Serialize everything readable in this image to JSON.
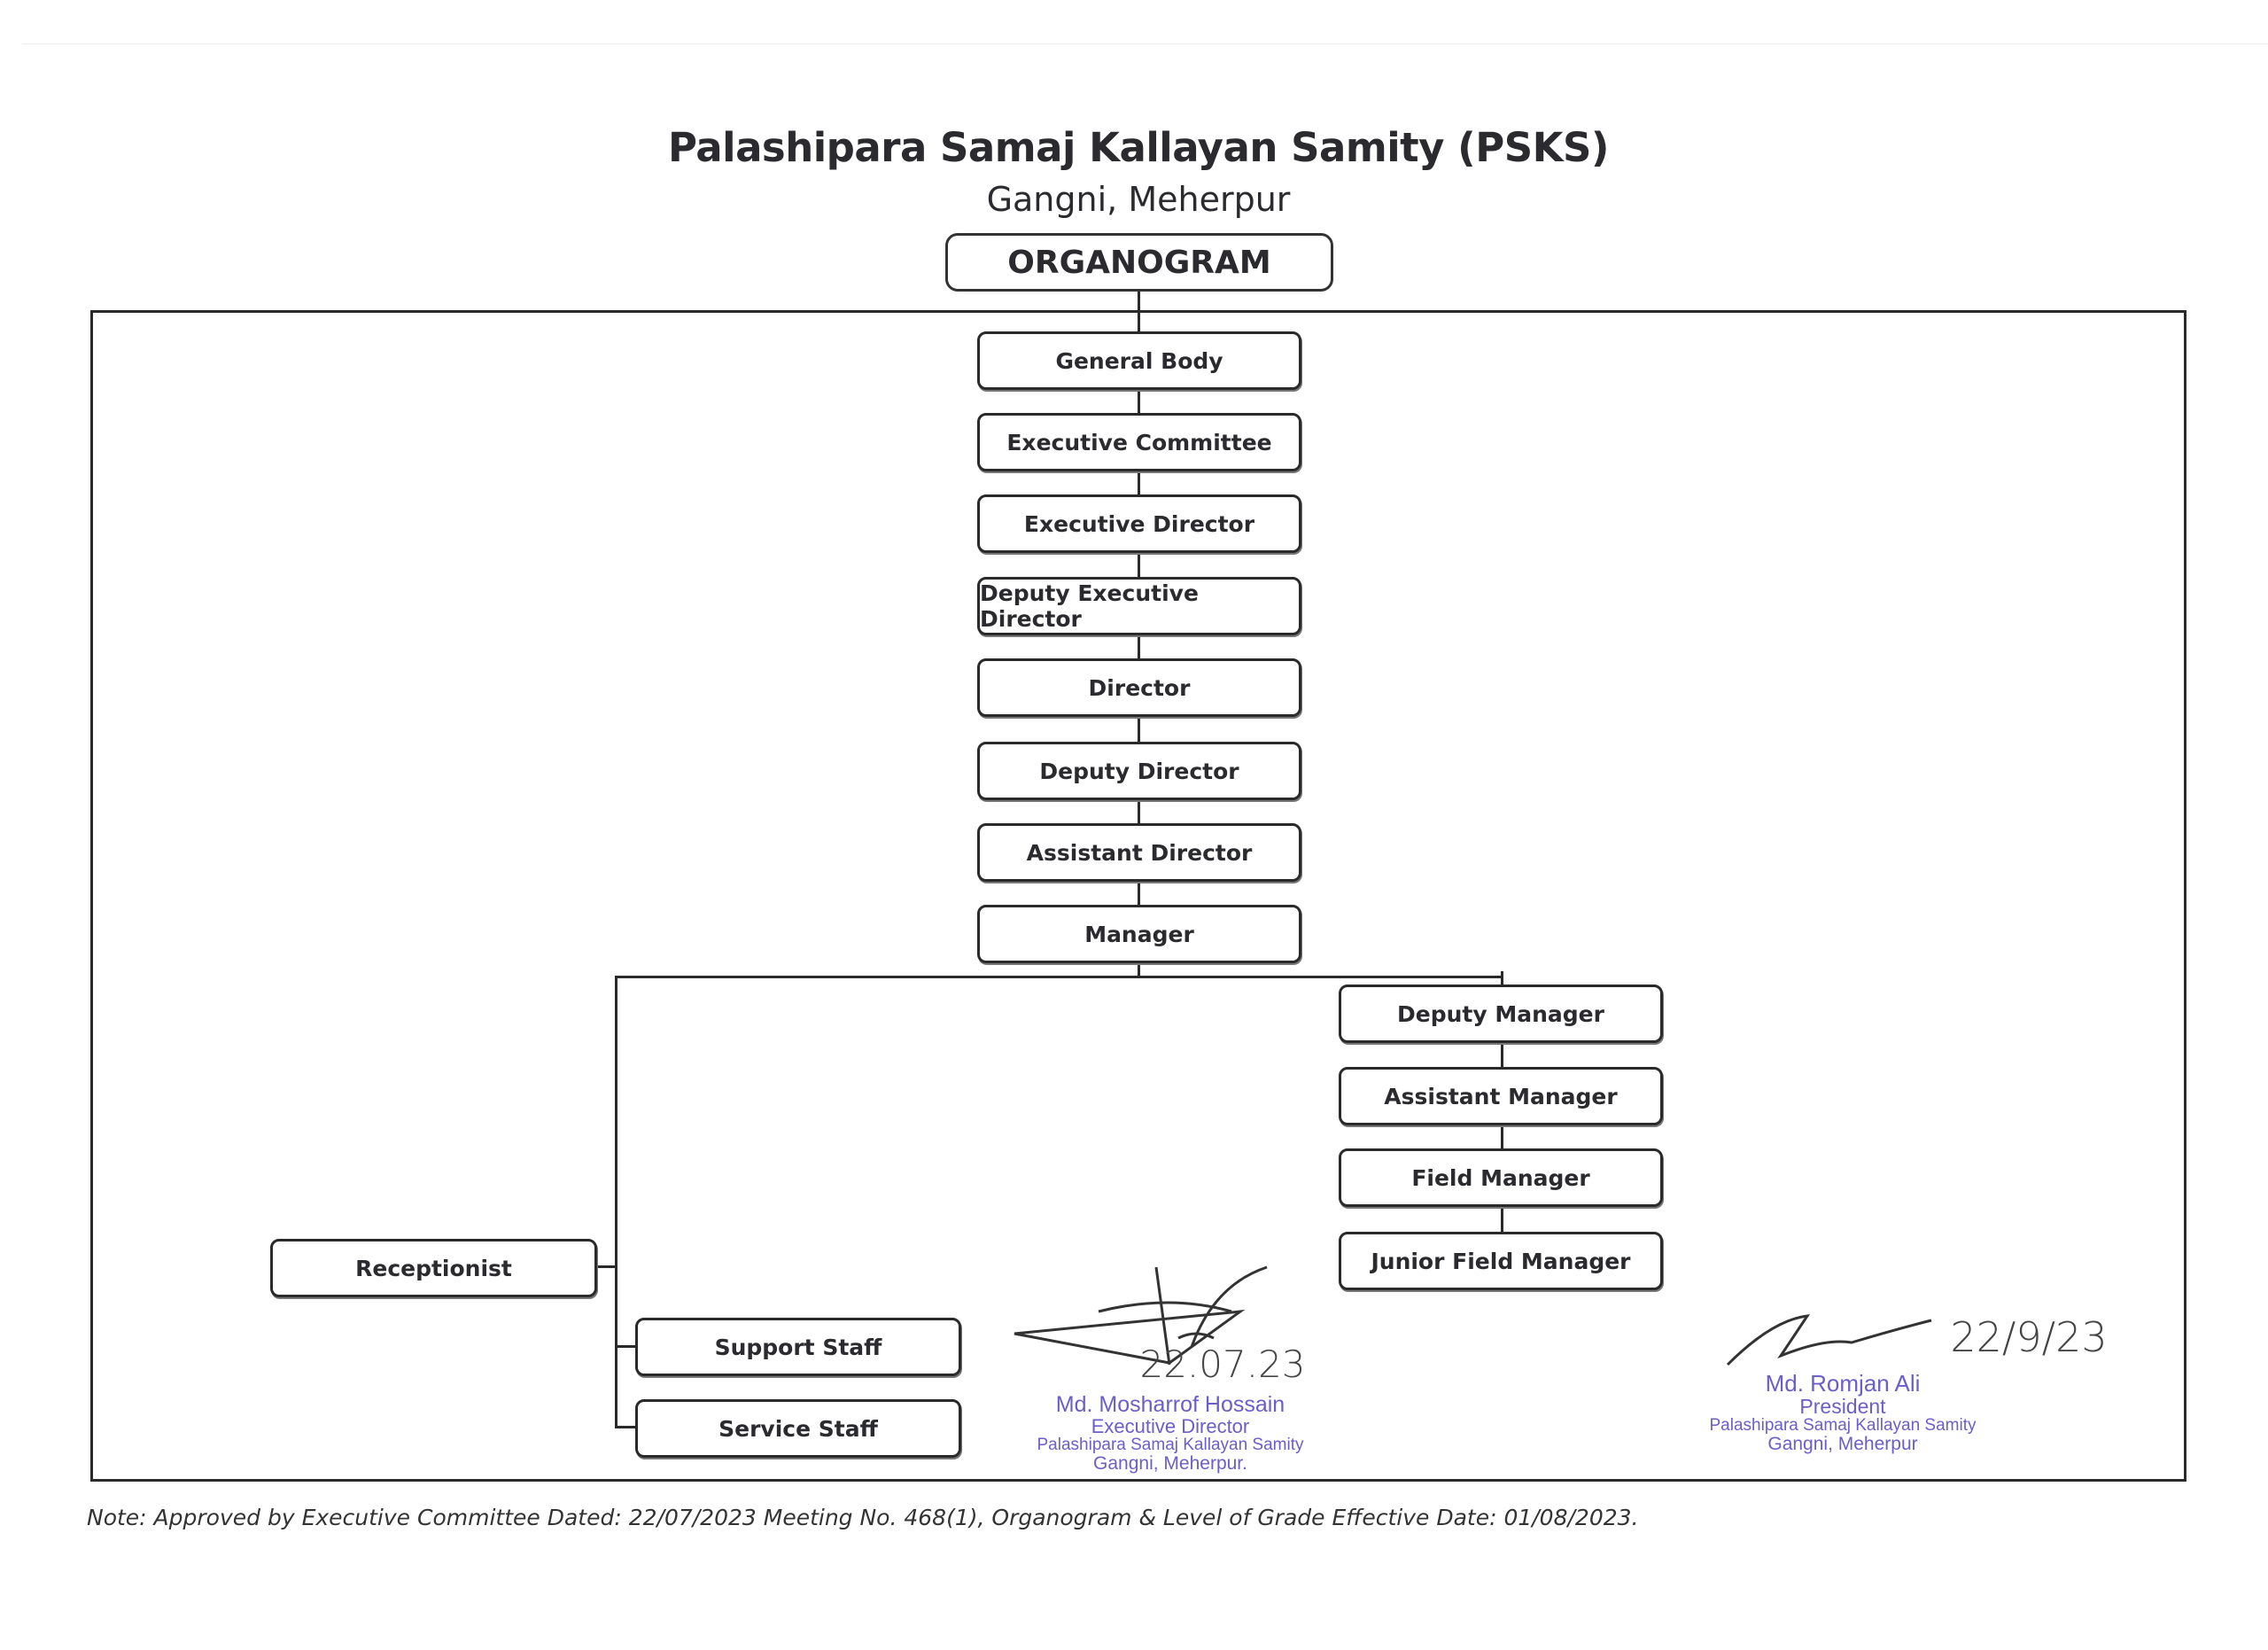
{
  "header": {
    "title": "Palashipara Samaj Kallayan Samity (PSKS)",
    "subtitle": "Gangni, Meherpur",
    "badge": "ORGANOGRAM"
  },
  "hierarchy": [
    "General Body",
    "Executive Committee",
    "Executive Director",
    "Deputy Executive Director",
    "Director",
    "Deputy Director",
    "Assistant Director",
    "Manager"
  ],
  "manager_branch": [
    "Deputy Manager",
    "Assistant Manager",
    "Field Manager",
    "Junior Field Manager"
  ],
  "support": {
    "receptionist": "Receptionist",
    "support_staff": "Support Staff",
    "service_staff": "Service Staff"
  },
  "signatures": [
    {
      "handwritten_date": "22.07.23",
      "name": "Md. Mosharrof Hossain",
      "role": "Executive Director",
      "org": "Palashipara Samaj Kallayan Samity",
      "place": "Gangni, Meherpur."
    },
    {
      "handwritten_date": "22/9/23",
      "name": "Md. Romjan Ali",
      "role": "President",
      "org": "Palashipara Samaj Kallayan Samity",
      "place": "Gangni, Meherpur"
    }
  ],
  "note": "Note: Approved by Executive Committee Dated: 22/07/2023 Meeting No. 468(1), Organogram & Level of Grade Effective Date: 01/08/2023."
}
